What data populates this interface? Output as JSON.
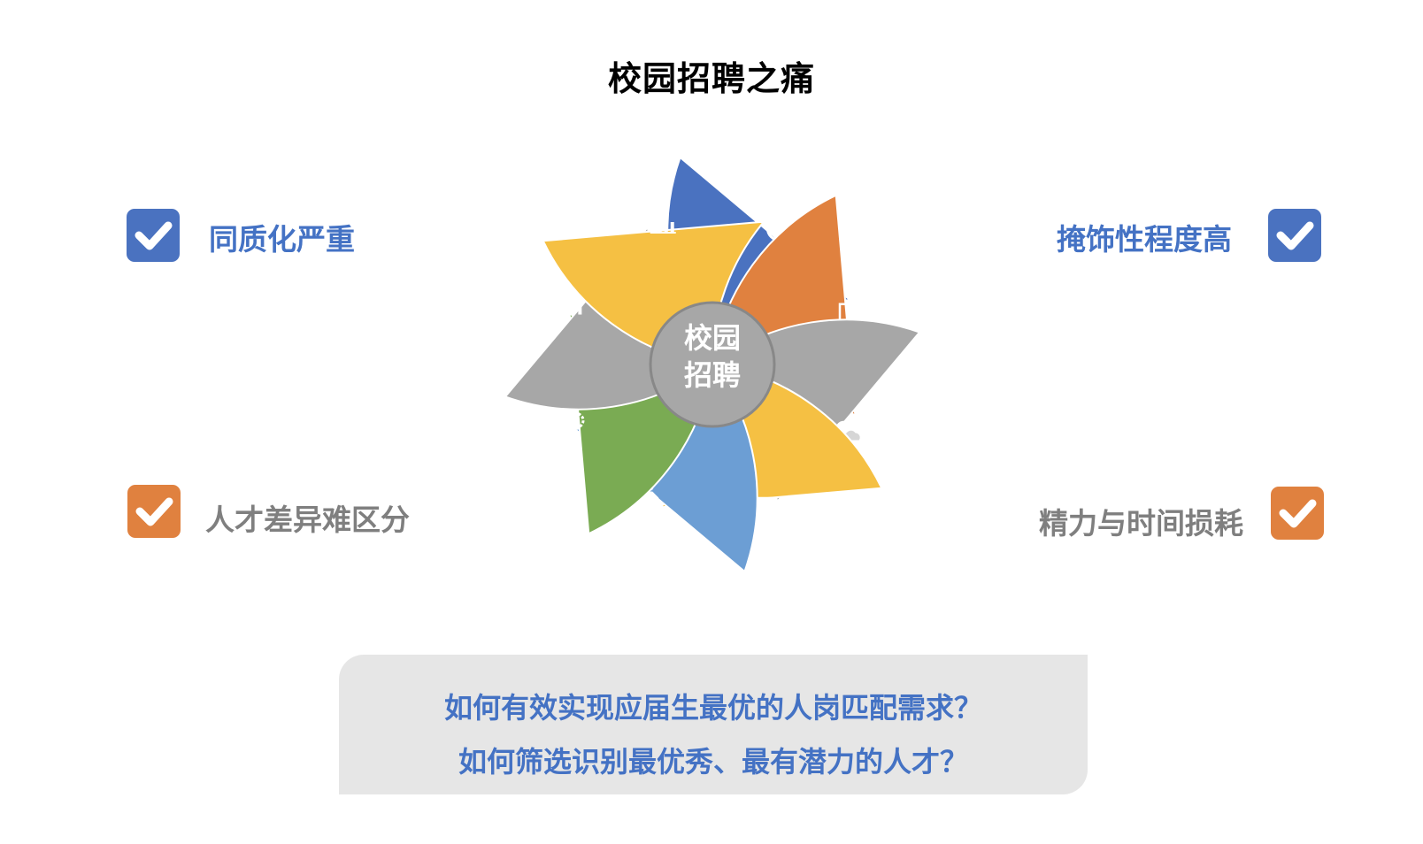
{
  "title": "校园招聘之痛",
  "center": {
    "line1": "校园",
    "line2": "招聘"
  },
  "points": {
    "top_left": "同质化严重",
    "bottom_left": "人才差异难区分",
    "top_right": "掩饰性程度高",
    "bottom_right": "精力与时间损耗"
  },
  "colors": {
    "blue": "#4a72c0",
    "orange": "#e0813f",
    "gray": "#a7a7a7",
    "yellow": "#f5c043",
    "light_blue": "#6c9ed4",
    "green": "#7aab53",
    "blue_text": "#4472c4",
    "gray_text": "#7f7f7f"
  },
  "petals": [
    {
      "color": "#4a72c0",
      "icon": "pie-chart-icon"
    },
    {
      "color": "#e0813f",
      "icon": "desktop-computer-icon"
    },
    {
      "color": "#a7a7a7",
      "icon": "cloud-icon"
    },
    {
      "color": "#f5c043",
      "icon": "laptop-icon"
    },
    {
      "color": "#6c9ed4",
      "icon": "running-person-icon"
    },
    {
      "color": "#7aab53",
      "icon": "gears-icon"
    },
    {
      "color": "#a7a7a7",
      "icon": "person-icon"
    },
    {
      "color": "#f5c043",
      "icon": "bar-chart-icon"
    }
  ],
  "questions": [
    "如何有效实现应届生最优的人岗匹配需求？",
    "如何筛选识别最优秀、最有潜力的人才？"
  ]
}
